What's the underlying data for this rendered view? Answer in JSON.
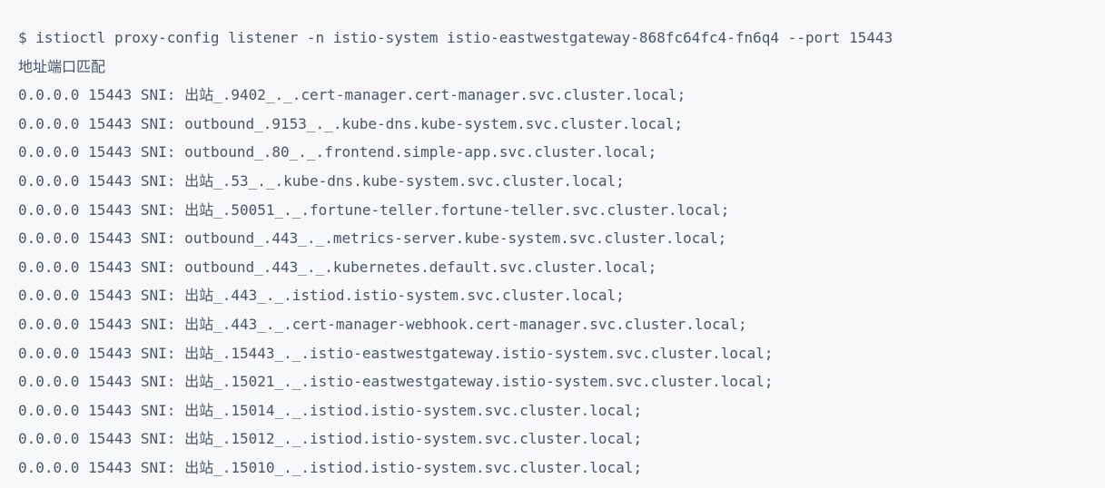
{
  "terminal": {
    "colors": {
      "background": "#f6f8fa",
      "text": "#46566b"
    },
    "command": "$ istioctl proxy-config listener -n istio-system istio-eastwestgateway-868fc64fc4-fn6q4 --port 15443",
    "header": "地址端口匹配",
    "sni_label": "SNI:",
    "rows": [
      {
        "address": "0.0.0.0",
        "port": "15443",
        "sni": "出站_.9402_._.cert-manager.cert-manager.svc.cluster.local;"
      },
      {
        "address": "0.0.0.0",
        "port": "15443",
        "sni": "outbound_.9153_._.kube-dns.kube-system.svc.cluster.local;"
      },
      {
        "address": "0.0.0.0",
        "port": "15443",
        "sni": "outbound_.80_._.frontend.simple-app.svc.cluster.local;"
      },
      {
        "address": "0.0.0.0",
        "port": "15443",
        "sni": "出站_.53_._.kube-dns.kube-system.svc.cluster.local;"
      },
      {
        "address": "0.0.0.0",
        "port": "15443",
        "sni": "出站_.50051_._.fortune-teller.fortune-teller.svc.cluster.local;"
      },
      {
        "address": "0.0.0.0",
        "port": "15443",
        "sni": "outbound_.443_._.metrics-server.kube-system.svc.cluster.local;"
      },
      {
        "address": "0.0.0.0",
        "port": "15443",
        "sni": "outbound_.443_._.kubernetes.default.svc.cluster.local;"
      },
      {
        "address": "0.0.0.0",
        "port": "15443",
        "sni": "出站_.443_._.istiod.istio-system.svc.cluster.local;"
      },
      {
        "address": "0.0.0.0",
        "port": "15443",
        "sni": "出站_.443_._.cert-manager-webhook.cert-manager.svc.cluster.local;"
      },
      {
        "address": "0.0.0.0",
        "port": "15443",
        "sni": "出站_.15443_._.istio-eastwestgateway.istio-system.svc.cluster.local;"
      },
      {
        "address": "0.0.0.0",
        "port": "15443",
        "sni": "出站_.15021_._.istio-eastwestgateway.istio-system.svc.cluster.local;"
      },
      {
        "address": "0.0.0.0",
        "port": "15443",
        "sni": "出站_.15014_._.istiod.istio-system.svc.cluster.local;"
      },
      {
        "address": "0.0.0.0",
        "port": "15443",
        "sni": "出站_.15012_._.istiod.istio-system.svc.cluster.local;"
      },
      {
        "address": "0.0.0.0",
        "port": "15443",
        "sni": "出站_.15010_._.istiod.istio-system.svc.cluster.local;"
      }
    ]
  }
}
